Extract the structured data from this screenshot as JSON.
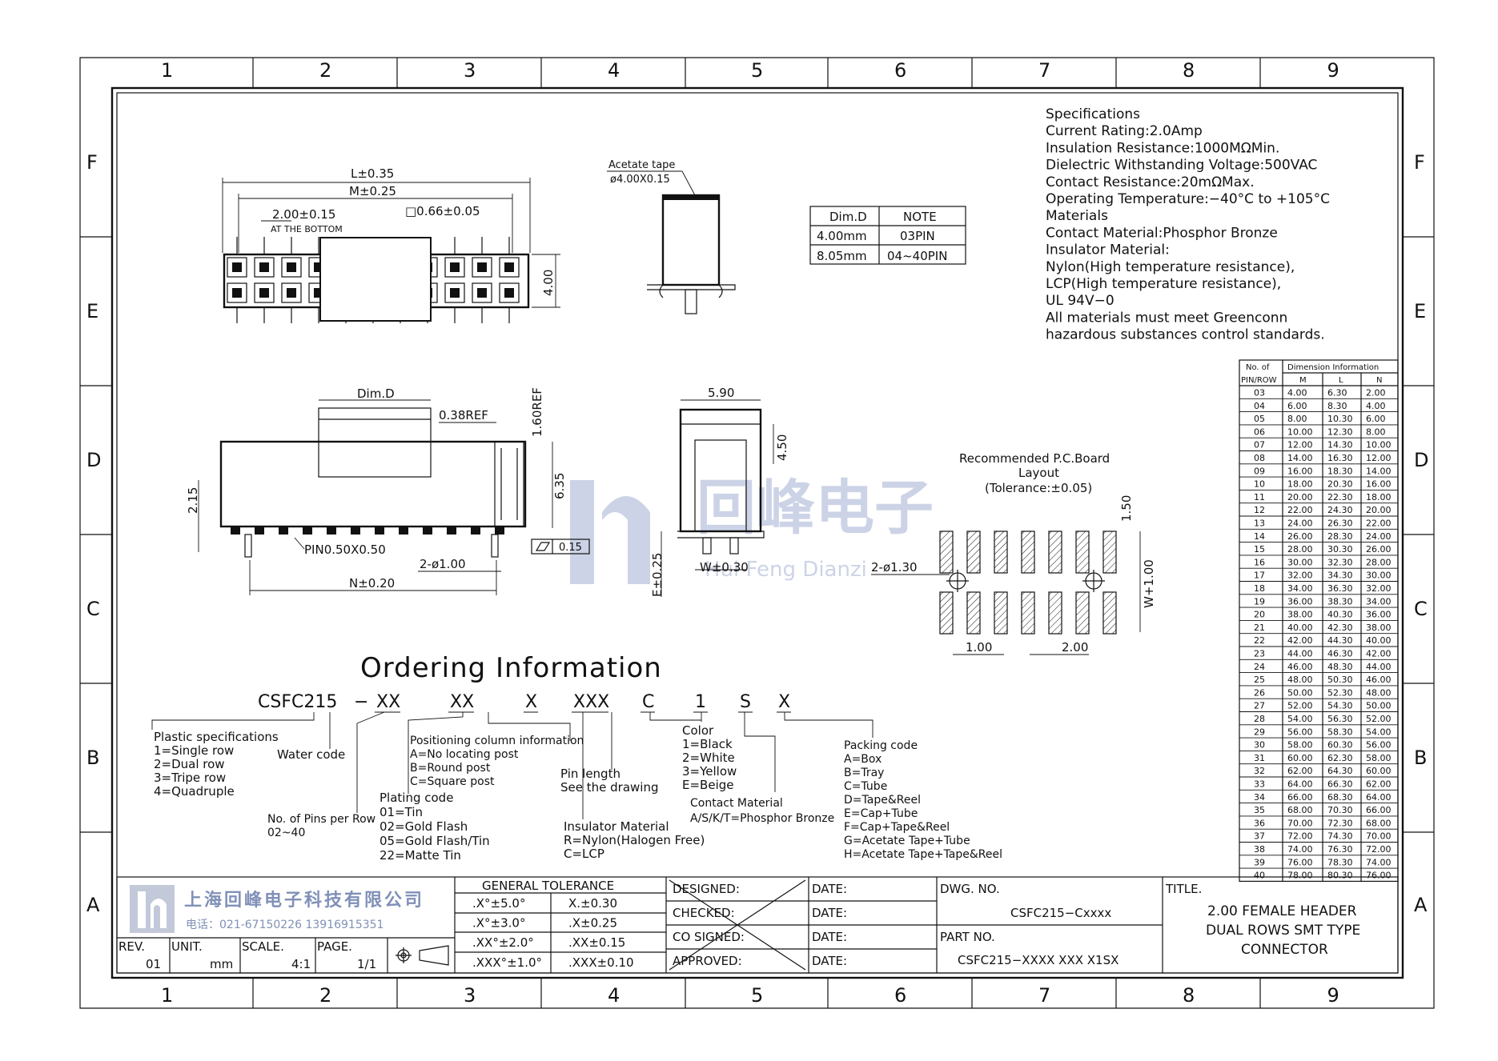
{
  "frame": {
    "columns": [
      "1",
      "2",
      "3",
      "4",
      "5",
      "6",
      "7",
      "8",
      "9"
    ],
    "rows": [
      "F",
      "E",
      "D",
      "C",
      "B",
      "A"
    ]
  },
  "drawing": {
    "top_view": {
      "l_dim": "L±0.35",
      "m_dim": "M±0.25",
      "pitch_dim": "2.00±0.15",
      "at_bottom": "AT THE BOTTOM",
      "square_dim": "□0.66±0.05",
      "height_dim": "4.00"
    },
    "tape_view": {
      "label": "Acetate tape",
      "dim": "ø4.00X0.15"
    },
    "side_view": {
      "dim_d": "Dim.D",
      "ref_038": "0.38REF",
      "ref_160": "1.60REF",
      "dim_635": "6.35",
      "dim_215": "2.15",
      "pin": "PIN0.50X0.50",
      "flatness": "0.15",
      "hole": "2-ø1.00",
      "n_dim": "N±0.20"
    },
    "end_view": {
      "w_top": "5.90",
      "h_450": "4.50",
      "e_dim": "E±0.25",
      "w_dim": "W±0.30"
    },
    "pcb_layout": {
      "title": "Recommended  P.C.Board",
      "title2": "Layout",
      "tolerance": "(Tolerance:±0.05)",
      "hole": "2-ø1.30",
      "pad_len": "1.50",
      "w_dim": "W+1.00",
      "pad_w": "1.00",
      "pitch": "2.00"
    },
    "watermark": {
      "cn": "回峰电子",
      "en": "Hui Feng Dianzi"
    }
  },
  "dim_d_table": {
    "headers": [
      "Dim.D",
      "NOTE"
    ],
    "rows": [
      [
        "4.00mm",
        "03PIN"
      ],
      [
        "8.05mm",
        "04~40PIN"
      ]
    ]
  },
  "specifications": [
    "Specifications",
    "Current  Rating:2.0Amp",
    "Insulation  Resistance:1000MΩMin.",
    "Dielectric  Withstanding  Voltage:500VAC",
    "Contact  Resistance:20mΩMax.",
    "Operating  Temperature:−40°C  to  +105°C",
    "Materials",
    "Contact  Material:Phosphor  Bronze",
    "Insulator  Material:",
    "Nylon(High  temperature  resistance),",
    "LCP(High  temperature  resistance),",
    "UL  94V−0",
    "All  materials  must  meet  Greenconn",
    "hazardous  substances  control  standards."
  ],
  "dim_info_table": {
    "header_left": "No. of",
    "header_left2": "PIN/ROW",
    "header_group": "Dimension  Information",
    "cols": [
      "M",
      "L",
      "N"
    ],
    "rows": [
      [
        "03",
        "4.00",
        "6.30",
        "2.00"
      ],
      [
        "04",
        "6.00",
        "8.30",
        "4.00"
      ],
      [
        "05",
        "8.00",
        "10.30",
        "6.00"
      ],
      [
        "06",
        "10.00",
        "12.30",
        "8.00"
      ],
      [
        "07",
        "12.00",
        "14.30",
        "10.00"
      ],
      [
        "08",
        "14.00",
        "16.30",
        "12.00"
      ],
      [
        "09",
        "16.00",
        "18.30",
        "14.00"
      ],
      [
        "10",
        "18.00",
        "20.30",
        "16.00"
      ],
      [
        "11",
        "20.00",
        "22.30",
        "18.00"
      ],
      [
        "12",
        "22.00",
        "24.30",
        "20.00"
      ],
      [
        "13",
        "24.00",
        "26.30",
        "22.00"
      ],
      [
        "14",
        "26.00",
        "28.30",
        "24.00"
      ],
      [
        "15",
        "28.00",
        "30.30",
        "26.00"
      ],
      [
        "16",
        "30.00",
        "32.30",
        "28.00"
      ],
      [
        "17",
        "32.00",
        "34.30",
        "30.00"
      ],
      [
        "18",
        "34.00",
        "36.30",
        "32.00"
      ],
      [
        "19",
        "36.00",
        "38.30",
        "34.00"
      ],
      [
        "20",
        "38.00",
        "40.30",
        "36.00"
      ],
      [
        "21",
        "40.00",
        "42.30",
        "38.00"
      ],
      [
        "22",
        "42.00",
        "44.30",
        "40.00"
      ],
      [
        "23",
        "44.00",
        "46.30",
        "42.00"
      ],
      [
        "24",
        "46.00",
        "48.30",
        "44.00"
      ],
      [
        "25",
        "48.00",
        "50.30",
        "46.00"
      ],
      [
        "26",
        "50.00",
        "52.30",
        "48.00"
      ],
      [
        "27",
        "52.00",
        "54.30",
        "50.00"
      ],
      [
        "28",
        "54.00",
        "56.30",
        "52.00"
      ],
      [
        "29",
        "56.00",
        "58.30",
        "54.00"
      ],
      [
        "30",
        "58.00",
        "60.30",
        "56.00"
      ],
      [
        "31",
        "60.00",
        "62.30",
        "58.00"
      ],
      [
        "32",
        "62.00",
        "64.30",
        "60.00"
      ],
      [
        "33",
        "64.00",
        "66.30",
        "62.00"
      ],
      [
        "34",
        "66.00",
        "68.30",
        "64.00"
      ],
      [
        "35",
        "68.00",
        "70.30",
        "66.00"
      ],
      [
        "36",
        "70.00",
        "72.30",
        "68.00"
      ],
      [
        "37",
        "72.00",
        "74.30",
        "70.00"
      ],
      [
        "38",
        "74.00",
        "76.30",
        "72.00"
      ],
      [
        "39",
        "76.00",
        "78.30",
        "74.00"
      ],
      [
        "40",
        "78.00",
        "80.30",
        "76.00"
      ]
    ]
  },
  "ordering": {
    "title": "Ordering  Information",
    "code": [
      "CSFC215",
      "−",
      "XX",
      "XX",
      "X",
      "XXX",
      "C",
      "1",
      "S",
      "X"
    ],
    "plastic": [
      "Plastic  specifications",
      "1=Single  row",
      "2=Dual  row",
      "3=Tripe  row",
      "4=Quadruple"
    ],
    "water": [
      "Water  code"
    ],
    "pins": [
      "No.  of  Pins  per  Row",
      "02~40"
    ],
    "plating": [
      "Plating  code",
      "01=Tin",
      "02=Gold  Flash",
      "05=Gold  Flash/Tin",
      "22=Matte  Tin"
    ],
    "position": [
      "Positioning  column  information",
      "A=No  locating  post",
      "B=Round  post",
      "C=Square  post"
    ],
    "insulator": [
      "Insulator  Material",
      "R=Nylon(Halogen  Free)",
      "C=LCP"
    ],
    "pin_length": [
      "Pin  length",
      "See  the  drawing"
    ],
    "color": [
      "Color",
      "1=Black",
      "2=White",
      "3=Yellow",
      "E=Beige"
    ],
    "contact": [
      "Contact  Material",
      "A/S/K/T=Phosphor  Bronze"
    ],
    "packing": [
      "Packing  code",
      "A=Box",
      "B=Tray",
      "C=Tube",
      "D=Tape&Reel",
      "E=Cap+Tube",
      "F=Cap+Tape&Reel",
      "G=Acetate  Tape+Tube",
      "H=Acetate  Tape+Tape&Reel"
    ]
  },
  "title_block": {
    "company": "上海回峰电子科技有限公司",
    "phone": "电话：021-67150226  13916915351",
    "rev_label": "REV.",
    "rev": "01",
    "unit_label": "UNIT.",
    "unit": "mm",
    "scale_label": "SCALE.",
    "scale": "4:1",
    "page_label": "PAGE.",
    "page": "1/1",
    "general_tolerance": "GENERAL  TOLERANCE",
    "tolerances": [
      [
        ".X°±5.0°",
        "X.±0.30"
      ],
      [
        ".X°±3.0°",
        ".X±0.25"
      ],
      [
        ".XX°±2.0°",
        ".XX±0.15"
      ],
      [
        ".XXX°±1.0°",
        ".XXX±0.10"
      ]
    ],
    "signoffs": [
      "DESIGNED:",
      "CHECKED:",
      "CO  SIGNED:",
      "APPROVED:"
    ],
    "date": "DATE:",
    "dwg_no_label": "DWG.  NO.",
    "dwg_no": "CSFC215−Cxxxx",
    "part_no_label": "PART  NO.",
    "part_no": "CSFC215−XXXX  XXX  X1SX",
    "title_label": "TITLE.",
    "title_lines": [
      "2.00  FEMALE  HEADER",
      "DUAL  ROWS  SMT  TYPE",
      "CONNECTOR"
    ]
  }
}
